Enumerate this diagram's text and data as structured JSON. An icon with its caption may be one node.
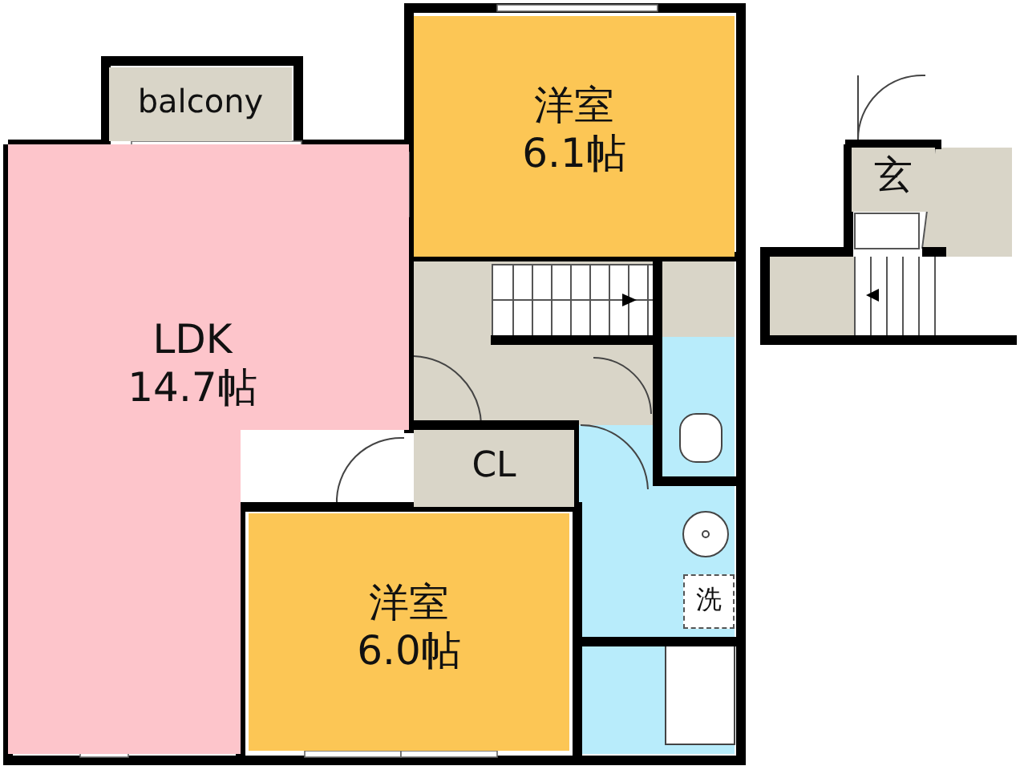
{
  "diagram": {
    "nodes": [
      {
        "text": [
          "balcony"
        ]
      },
      {
        "text": [
          "洋室",
          "6.1帖"
        ]
      },
      {
        "text": [
          "LDK",
          "14.7帖"
        ]
      },
      {
        "text": [
          "CL"
        ]
      },
      {
        "text": [
          "洋室",
          "6.0帖"
        ]
      },
      {
        "text": [
          "玄"
        ]
      },
      {
        "text": [
          "洗"
        ]
      }
    ]
  }
}
